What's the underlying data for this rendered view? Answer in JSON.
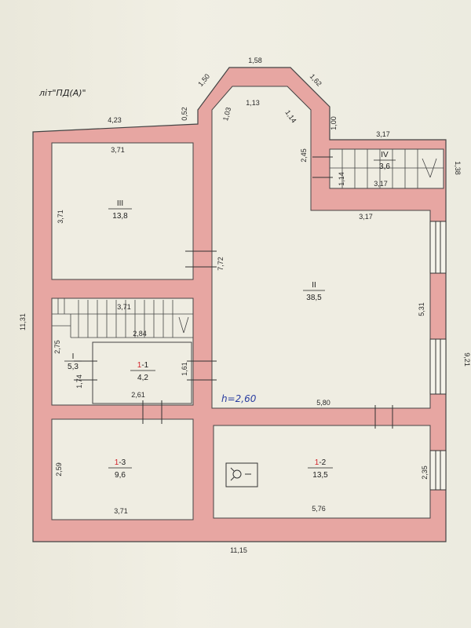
{
  "sheet_title": "літ\"ПД(А)\"",
  "ceiling_height": "h=2,60",
  "colors": {
    "wall": "#e7a6a2",
    "ink": "#2a2a2a",
    "accent": "#d2232a",
    "pen": "#2a3da0"
  },
  "rooms": [
    {
      "id": "III",
      "number": "III",
      "area": "13,8"
    },
    {
      "id": "II",
      "number": "II",
      "area": "38,5"
    },
    {
      "id": "IV",
      "number": "IV",
      "area": "3,6"
    },
    {
      "id": "I",
      "number": "I",
      "area": "5,3"
    },
    {
      "id": "1-1",
      "number_prefix": "1",
      "number_suffix": "-1",
      "area": "4,2"
    },
    {
      "id": "1-3",
      "number_prefix": "1",
      "number_suffix": "-3",
      "area": "9,6"
    },
    {
      "id": "1-2",
      "number_prefix": "1",
      "number_suffix": "-2",
      "area": "13,5"
    }
  ],
  "dimensions": {
    "top_left": "4,23",
    "bevel_left": "1,50",
    "top_center": "1,58",
    "bevel_right": "1,62",
    "step_left": "0,52",
    "inner_bevel_left": "1,03",
    "inner_top": "1,13",
    "inner_bevel_right": "1,14",
    "step_right": "1,00",
    "stair_top": "3,17",
    "stair_height": "1,38",
    "stair_wall": "2,45",
    "stair_inner_h": "1,14",
    "stair_inner_top": "3,17",
    "stair_bottom": "3,17",
    "room3_top": "3,71",
    "room3_side": "3,71",
    "hall_side": "7,72",
    "overall_height": "11,31",
    "right_height": "9,21",
    "hall_right": "5,31",
    "stair1_top": "3,71",
    "stair1_bottom": "2,84",
    "room_i_side": "2,75",
    "room_i_small": "1,74",
    "room11_side": "1,61",
    "room11_bottom": "2,61",
    "hall_bottom": "5,80",
    "room13_side": "2,59",
    "room13_bottom": "3,71",
    "room12_side": "2,35",
    "room12_bottom": "5,76",
    "overall_width": "11,15"
  }
}
